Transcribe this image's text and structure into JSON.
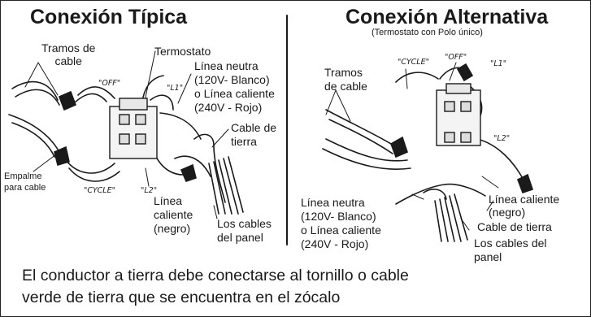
{
  "left": {
    "title": "Conexión Típica",
    "labels": {
      "tramos": "Tramos de\ncable",
      "termostato": "Termostato",
      "linea_neutra": "Línea neutra\n(120V- Blanco)\no Línea caliente\n(240V - Rojo)",
      "cable_tierra": "Cable de\ntierra",
      "empalme": "Empalme\npara cable",
      "linea_caliente": "Línea\ncaliente\n(negro)",
      "cables_panel": "Los cables\ndel panel"
    },
    "wire_tags": {
      "off": "\"OFF\"",
      "l1": "\"L1\"",
      "cycle": "\"CYCLE\"",
      "l2": "\"L2\""
    }
  },
  "right": {
    "title": "Conexión Alternativa",
    "subtitle": "(Termostato con Polo único)",
    "labels": {
      "tramos": "Tramos\nde cable",
      "linea_neutra": "Línea neutra\n(120V- Blanco)\no Línea caliente\n(240V - Rojo)",
      "linea_caliente": "Línea caliente\n(negro)",
      "cable_tierra": "Cable de tierra",
      "cables_panel": "Los cables del\npanel"
    },
    "wire_tags": {
      "cycle": "\"CYCLE\"",
      "off": "\"OFF\"",
      "l1": "\"L1\"",
      "l2": "\"L2\""
    }
  },
  "footer": {
    "line1": "El conductor a tierra debe conectarse al tornillo o cable",
    "line2": "verde de tierra que se encuentra en el zócalo"
  }
}
